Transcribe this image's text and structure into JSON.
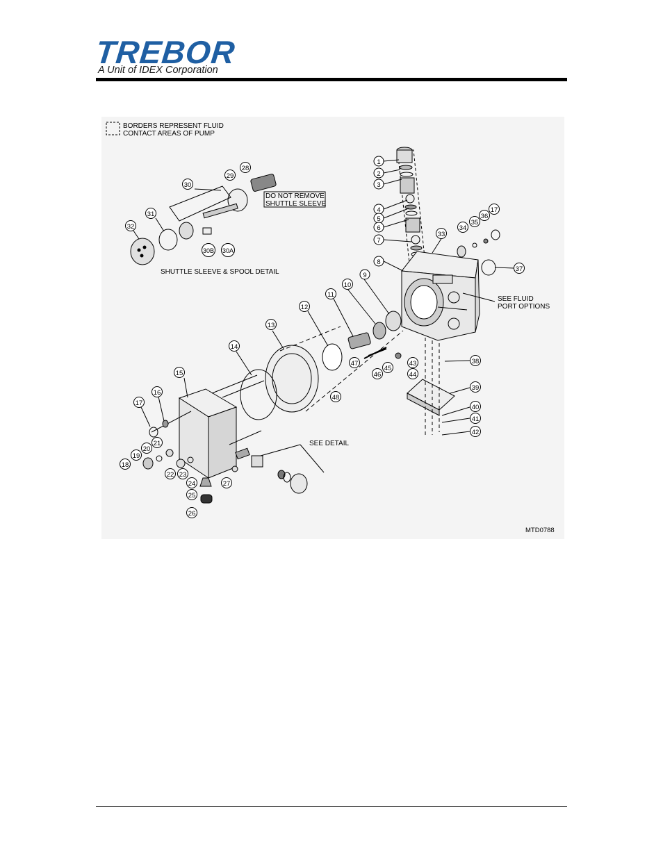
{
  "header": {
    "logo_text": "TREBOR",
    "logo_subtitle": "A Unit of IDEX Corporation",
    "brand_color": "#1f5fa3"
  },
  "diagram": {
    "legend_line1": "BORDERS REPRESENT FLUID",
    "legend_line2": "CONTACT AREAS OF PUMP",
    "shuttle_note_line1": "DO NOT REMOVE",
    "shuttle_note_line2": "SHUTTLE SLEEVE",
    "shuttle_detail_label": "SHUTTLE SLEEVE & SPOOL DETAIL",
    "fluid_port_line1": "SEE FLUID",
    "fluid_port_line2": "PORT OPTIONS",
    "see_detail_label": "SEE DETAIL",
    "drawing_number": "MTD0788",
    "callouts": {
      "c1": "1",
      "c2": "2",
      "c3": "3",
      "c4": "4",
      "c5": "5",
      "c6": "6",
      "c7": "7",
      "c8": "8",
      "c9": "9",
      "c10": "10",
      "c11": "11",
      "c12": "12",
      "c13": "13",
      "c14": "14",
      "c15": "15",
      "c16": "16",
      "c17a": "17",
      "c17b": "17",
      "c18": "18",
      "c19": "19",
      "c20": "20",
      "c21": "21",
      "c22": "22",
      "c23": "23",
      "c24": "24",
      "c25": "25",
      "c26": "26",
      "c27": "27",
      "c28": "28",
      "c29": "29",
      "c30": "30",
      "c30a": "30A",
      "c30b": "30B",
      "c31": "31",
      "c32": "32",
      "c33": "33",
      "c34": "34",
      "c35": "35",
      "c36": "36",
      "c37": "37",
      "c38": "38",
      "c39": "39",
      "c40": "40",
      "c41": "41",
      "c42": "42",
      "c43": "43",
      "c44": "44",
      "c45": "45",
      "c46": "46",
      "c47": "47",
      "c48": "48"
    }
  }
}
